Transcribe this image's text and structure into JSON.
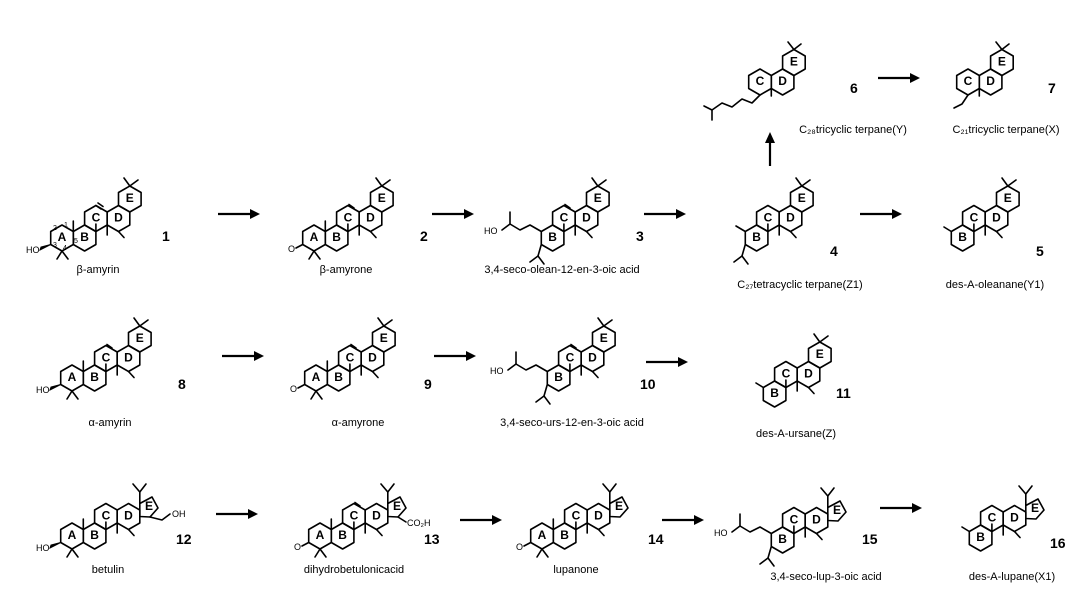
{
  "scheme": {
    "compounds": [
      {
        "id": "1",
        "name": "β-amyrin"
      },
      {
        "id": "2",
        "name": "β-amyrone"
      },
      {
        "id": "3",
        "name": "3,4-seco-olean-12-en-3-oic acid"
      },
      {
        "id": "4",
        "name": "C₂₇tetracyclic terpane(Z1)"
      },
      {
        "id": "5",
        "name": "des-A-oleanane(Y1)"
      },
      {
        "id": "6",
        "name": "C₂₈tricyclic terpane(Y)"
      },
      {
        "id": "7",
        "name": "C₂₁tricyclic terpane(X)"
      },
      {
        "id": "8",
        "name": "α-amyrin"
      },
      {
        "id": "9",
        "name": "α-amyrone"
      },
      {
        "id": "10",
        "name": "3,4-seco-urs-12-en-3-oic acid"
      },
      {
        "id": "11",
        "name": "des-A-ursane(Z)"
      },
      {
        "id": "12",
        "name": "betulin"
      },
      {
        "id": "13",
        "name": "dihydrobetulonicacid"
      },
      {
        "id": "14",
        "name": "lupanone"
      },
      {
        "id": "15",
        "name": "3,4-seco-lup-3-oic acid"
      },
      {
        "id": "16",
        "name": "des-A-lupane(X1)"
      }
    ],
    "ring_labels": {
      "A": "A",
      "B": "B",
      "C": "C",
      "D": "D",
      "E": "E"
    },
    "atom_labels": {
      "ho": "HO",
      "oh": "OH",
      "carbonyl_o": "O",
      "acid": "CO₂H"
    },
    "locants": [
      "2",
      "1",
      "3",
      "4",
      "5"
    ]
  }
}
